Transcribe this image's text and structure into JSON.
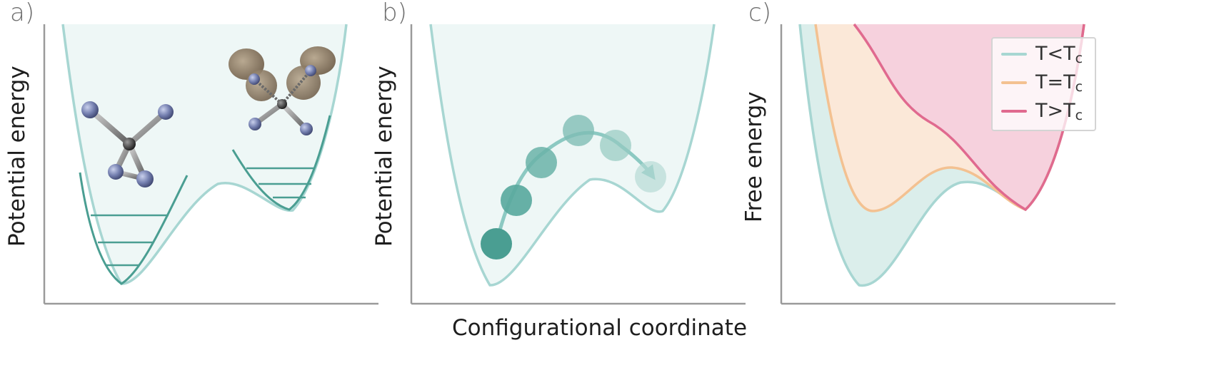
{
  "panels": {
    "a": {
      "letter": "a)",
      "ylabel": "Potential energy"
    },
    "b": {
      "letter": "b)",
      "ylabel": "Potential energy"
    },
    "c": {
      "letter": "c)",
      "ylabel": "Free energy"
    }
  },
  "xlabel": "Configurational coordinate",
  "legend": [
    {
      "base": "T<T",
      "sub": "c",
      "color": "#a7d6d2"
    },
    {
      "base": "T=T",
      "sub": "c",
      "color": "#f3c191"
    },
    {
      "base": "T>T",
      "sub": "c",
      "color": "#e06a8f"
    }
  ],
  "colors": {
    "curve": "#a7d6d2",
    "well_fill": "#eef7f6",
    "levels": "#4a9e92",
    "atom": "#6e7bab",
    "orbital": "#8d7a62",
    "equal_fill": "#fbe8d8",
    "high_fill": "#f6d1dd",
    "axis": "#9a9a9a"
  }
}
